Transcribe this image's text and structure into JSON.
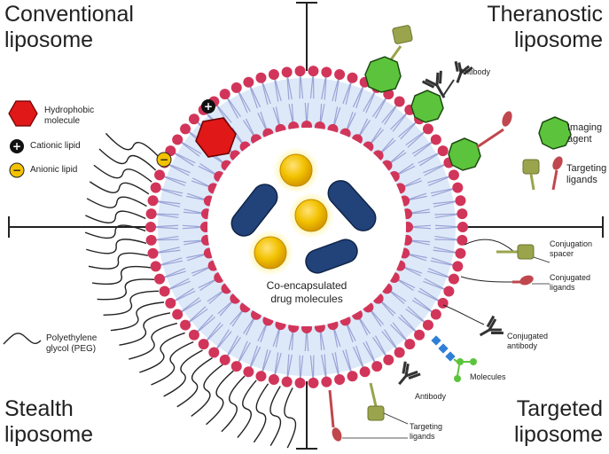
{
  "corners": {
    "top_left": [
      "Conventional",
      "liposome"
    ],
    "top_right": [
      "Theranostic",
      "liposome"
    ],
    "bottom_left": [
      "Stealth",
      "liposome"
    ],
    "bottom_right": [
      "Targeted",
      "liposome"
    ]
  },
  "legend": {
    "hydrophobic": [
      "Hydrophobic",
      "molecule"
    ],
    "cationic": "Cationic lipid",
    "anionic": "Anionic lipid",
    "imaging": [
      "Imaging",
      "agent"
    ],
    "targeting": [
      "Targeting",
      "ligands"
    ],
    "peg": [
      "Polyethylene",
      "glycol (PEG)"
    ]
  },
  "labels": {
    "core": [
      "Co-encapsulated",
      "drug molecules"
    ],
    "antibody_top": "Antibody",
    "spacer": [
      "Conjugation",
      "spacer"
    ],
    "conj_ligands": [
      "Conjugated",
      "ligands"
    ],
    "conj_antibody": [
      "Conjugated",
      "antibody"
    ],
    "molecules": "Molecules",
    "antibody_bottom": "Antibody",
    "targeting_bottom": [
      "Targeting",
      "ligands"
    ]
  },
  "symbols": {
    "plus": "+",
    "minus": "−"
  },
  "colors": {
    "head": "#d2355a",
    "tail": "#9aa3d6",
    "water": "#dde9f8",
    "drug_rod": "#22427a",
    "drug_sphere": "#f2c200",
    "hydrophobic": "#e01818",
    "imaging": "#5cc43c",
    "ligand": "#9aa44c",
    "ligand_red": "#c0474e",
    "antibody": "#333333",
    "peg": "#222222",
    "molecule_blue": "#2f7fd6",
    "molecule_green": "#5cc43c"
  }
}
